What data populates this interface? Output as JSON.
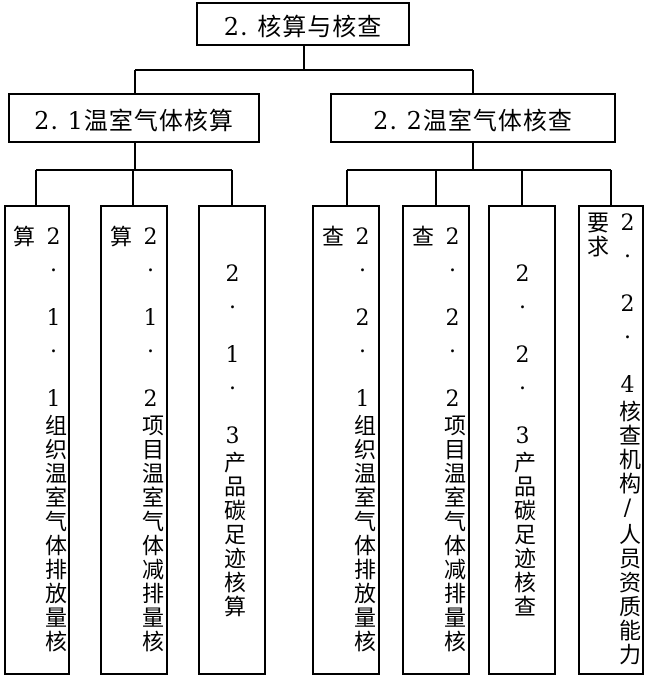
{
  "diagram": {
    "root": {
      "label": "2. 核算与核查"
    },
    "branches": [
      {
        "label": "2. 1温室气体核算",
        "children": [
          {
            "label": "2. 1. 1组织温室气体排放量核算"
          },
          {
            "label": "2. 1. 2项目温室气体减排量核算"
          },
          {
            "label": "2. 1. 3产品碳足迹核算"
          }
        ]
      },
      {
        "label": "2. 2温室气体核查",
        "children": [
          {
            "label": "2. 2. 1组织温室气体排放量核查"
          },
          {
            "label": "2. 2. 2项目温室气体减排量核查"
          },
          {
            "label": "2. 2. 3产品碳足迹核查"
          },
          {
            "label": "2. 2. 4核查机构/人员资质能力要求"
          }
        ]
      }
    ]
  }
}
